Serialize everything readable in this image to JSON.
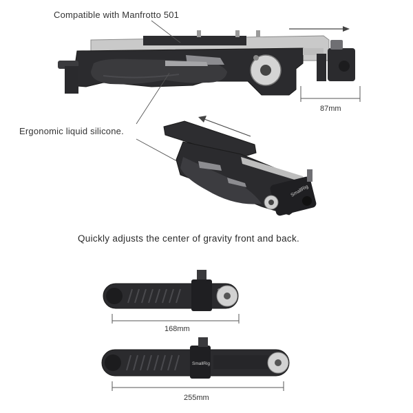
{
  "callouts": {
    "compatible": "Compatible with Manfrotto 501",
    "ergonomic": "Ergonomic liquid silicone.",
    "gravity": "Quickly adjusts the center of gravity front and back."
  },
  "dimensions": {
    "top_extension": "87mm",
    "short_length": "168mm",
    "long_length": "255mm"
  },
  "brand": "SmallRig",
  "colors": {
    "body": "#2b2b2e",
    "dark": "#1c1c1e",
    "plate": "#bdbdbd",
    "accent": "#6f6f73"
  }
}
